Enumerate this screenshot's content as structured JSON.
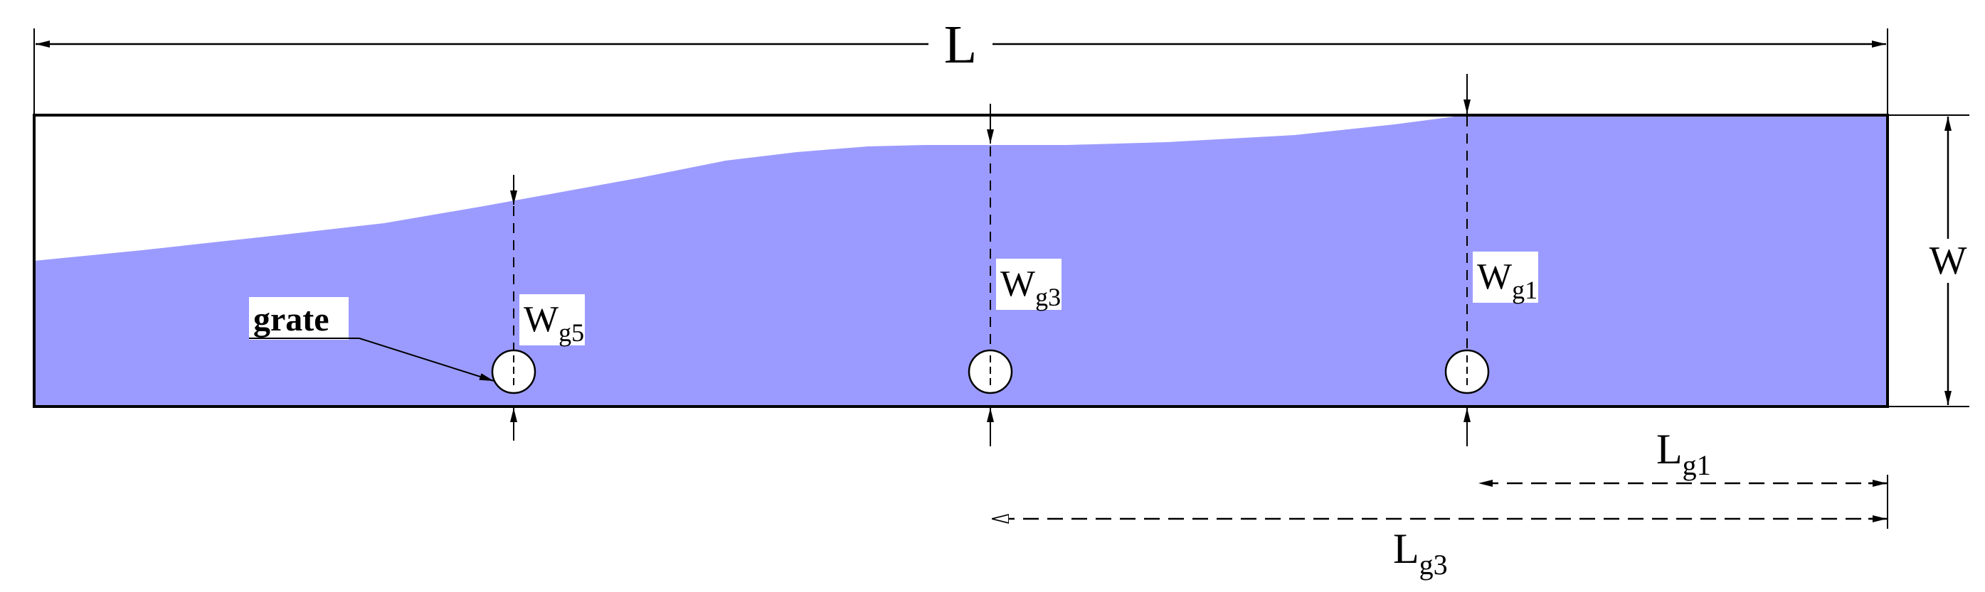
{
  "labels": {
    "length": "L",
    "width": "W",
    "grate": "grate",
    "wg5_main": "W",
    "wg5_sub": "g5",
    "wg3_main": "W",
    "wg3_sub": "g3",
    "wg1_main": "W",
    "wg1_sub": "g1",
    "lg1_main": "L",
    "lg1_sub": "g1",
    "lg3_main": "L",
    "lg3_sub": "g3"
  },
  "colors": {
    "flow_fill": "#9b9bff",
    "line": "#000000",
    "background": "#ffffff"
  }
}
